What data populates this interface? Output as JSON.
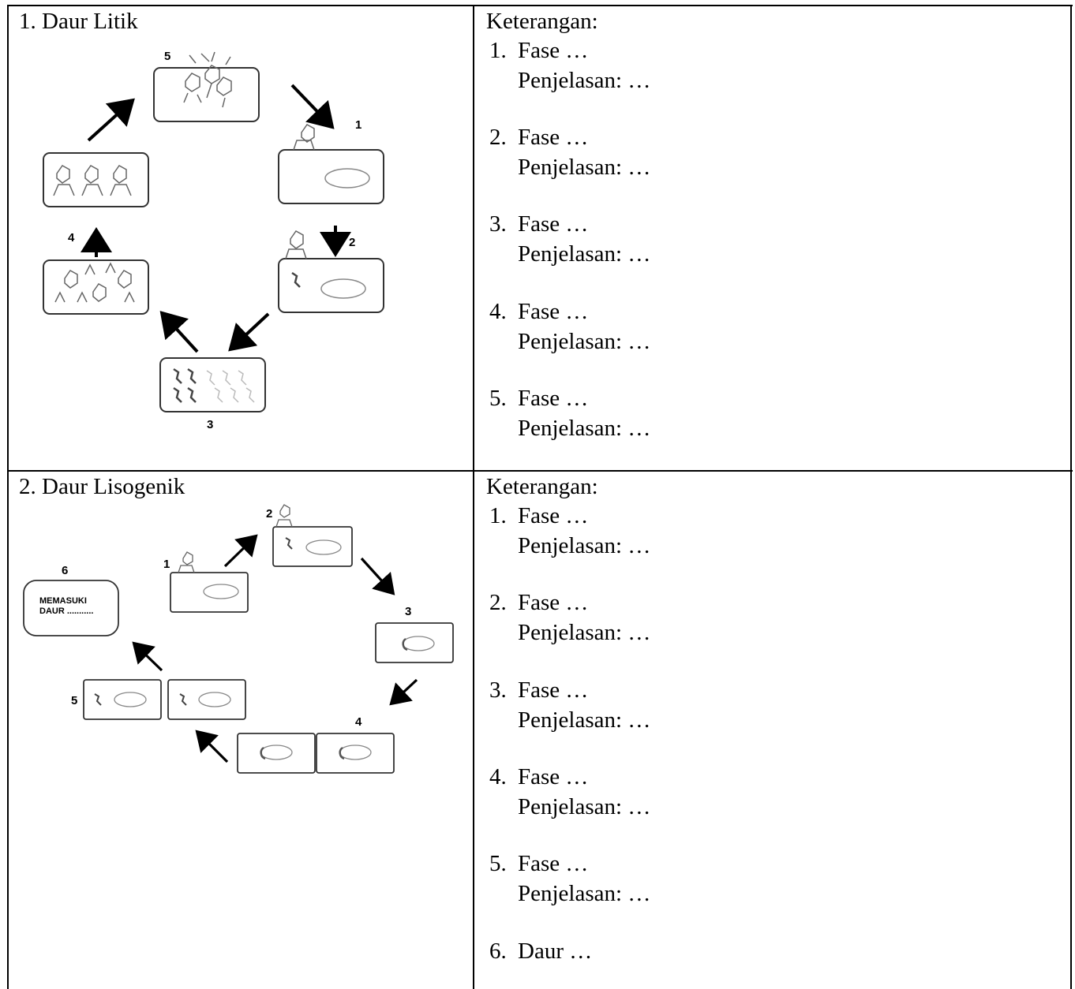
{
  "sections": [
    {
      "title": "1. Daur Litik",
      "keterangan_label": "Keterangan:",
      "items": [
        {
          "num": "1.",
          "fase": "Fase …",
          "penjelasan": "Penjelasan: …"
        },
        {
          "num": "2.",
          "fase": "Fase …",
          "penjelasan": "Penjelasan: …"
        },
        {
          "num": "3.",
          "fase": "Fase …",
          "penjelasan": "Penjelasan: …"
        },
        {
          "num": "4.",
          "fase": "Fase …",
          "penjelasan": "Penjelasan: …"
        },
        {
          "num": "5.",
          "fase": "Fase …",
          "penjelasan": "Penjelasan: …"
        }
      ],
      "diagram_labels": [
        "1",
        "2",
        "3",
        "4",
        "5"
      ]
    },
    {
      "title": "2. Daur Lisogenik",
      "keterangan_label": "Keterangan:",
      "items": [
        {
          "num": "1.",
          "fase": "Fase …",
          "penjelasan": "Penjelasan: …"
        },
        {
          "num": "2.",
          "fase": "Fase …",
          "penjelasan": "Penjelasan: …"
        },
        {
          "num": "3.",
          "fase": "Fase …",
          "penjelasan": "Penjelasan: …"
        },
        {
          "num": "4.",
          "fase": "Fase …",
          "penjelasan": "Penjelasan: …"
        },
        {
          "num": "5.",
          "fase": "Fase …",
          "penjelasan": "Penjelasan: …"
        },
        {
          "num": "6.",
          "fase": "Daur …",
          "penjelasan": ""
        }
      ],
      "diagram_labels": [
        "1",
        "2",
        "3",
        "4",
        "5",
        "6"
      ],
      "box6_line1": "MEMASUKI",
      "box6_line2": "DAUR ..........."
    }
  ]
}
